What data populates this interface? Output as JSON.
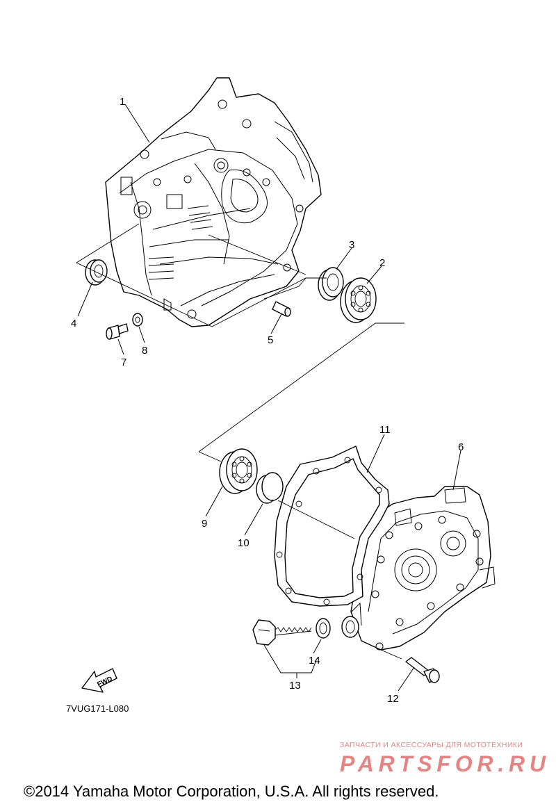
{
  "diagram": {
    "callouts": [
      {
        "id": "1",
        "label": "1"
      },
      {
        "id": "2",
        "label": "2"
      },
      {
        "id": "3",
        "label": "3"
      },
      {
        "id": "4",
        "label": "4"
      },
      {
        "id": "5",
        "label": "5"
      },
      {
        "id": "6",
        "label": "6"
      },
      {
        "id": "7",
        "label": "7"
      },
      {
        "id": "8",
        "label": "8"
      },
      {
        "id": "9",
        "label": "9"
      },
      {
        "id": "10",
        "label": "10"
      },
      {
        "id": "11",
        "label": "11"
      },
      {
        "id": "12",
        "label": "12"
      },
      {
        "id": "13",
        "label": "13"
      },
      {
        "id": "14",
        "label": "14"
      }
    ],
    "fwd_label": "FWD",
    "figure_code": "7VUG171-L080"
  },
  "watermark": {
    "tagline": "ЗАПЧАСТИ И АКСЕССУАРЫ ДЛЯ МОТОТЕХНИКИ",
    "brand": "PARTSFOR.RU",
    "color": "#e07070"
  },
  "footer": {
    "copyright": "©2014 Yamaha Motor Corporation, U.S.A. All rights reserved."
  }
}
